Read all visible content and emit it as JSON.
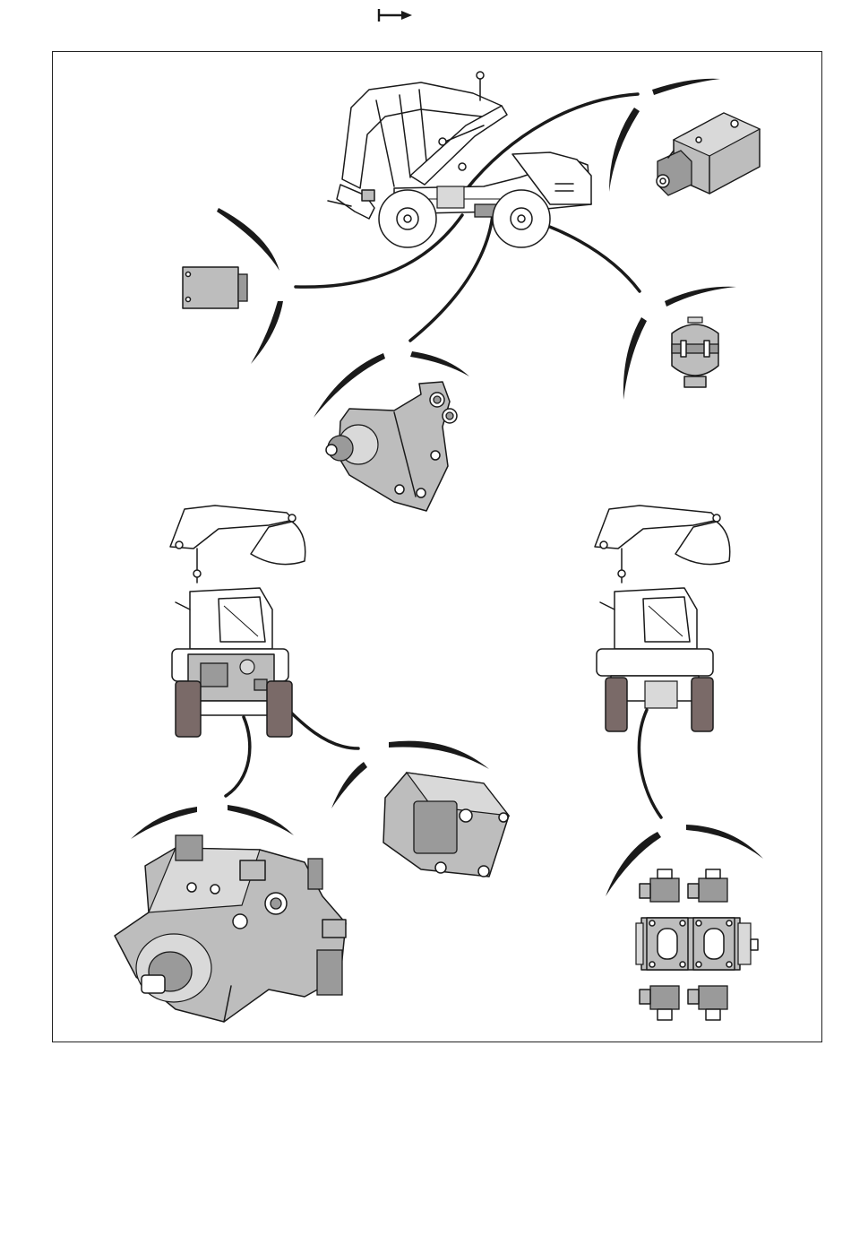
{
  "page": {
    "nav_icon": "continue-arrow-icon",
    "palette": {
      "line": "#1a1a1a",
      "component_fill": "#bdbdbd",
      "component_dark": "#8a8a8a",
      "tire_fill": "#7a6a68",
      "background": "#ffffff"
    }
  },
  "diagram": {
    "scenes": [
      {
        "name": "wheeled-excavator-side-view",
        "icon": "excavator-side-icon"
      },
      {
        "name": "excavator-front-view-left",
        "icon": "excavator-front-icon"
      },
      {
        "name": "excavator-front-view-right",
        "icon": "excavator-front-icon"
      }
    ],
    "components": [
      {
        "name": "directional-control-valve-block",
        "icon": "valve-block-icon"
      },
      {
        "name": "control-module-box",
        "icon": "module-box-icon"
      },
      {
        "name": "hydraulic-accumulator",
        "icon": "accumulator-icon"
      },
      {
        "name": "axial-piston-motor",
        "icon": "piston-motor-icon"
      },
      {
        "name": "external-gear-pump",
        "icon": "gear-pump-icon"
      },
      {
        "name": "axial-piston-variable-pump",
        "icon": "variable-pump-icon"
      },
      {
        "name": "solenoid-directional-valves",
        "icon": "solenoid-valve-icon"
      }
    ]
  }
}
